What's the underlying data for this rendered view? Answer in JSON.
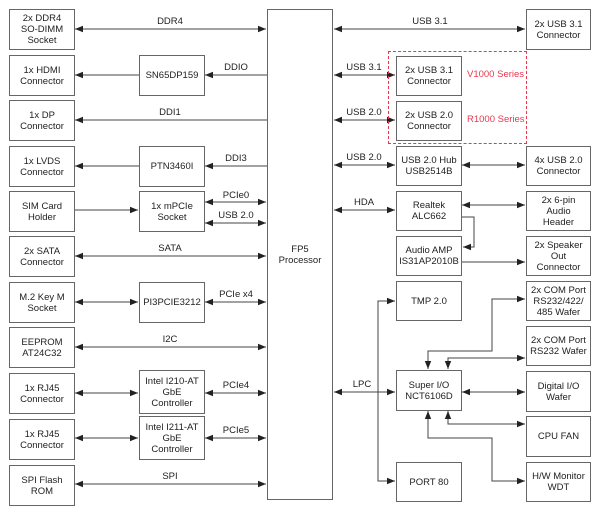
{
  "diagram": {
    "processor": "FP5\nProcessor",
    "left": {
      "ddr4": "2x DDR4\nSO-DIMM\nSocket",
      "hdmi": "1x HDMI\nConnector",
      "dp": "1x DP\nConnector",
      "lvds": "1x LVDS\nConnector",
      "sim": "SIM Card\nHolder",
      "sata": "2x SATA\nConnector",
      "m2": "M.2 Key M\nSocket",
      "eeprom": "EEPROM\nAT24C32",
      "rj45_1": "1x RJ45\nConnector",
      "rj45_2": "1x RJ45\nConnector",
      "spi": "SPI Flash\nROM"
    },
    "middle_left": {
      "hdmi_chip": "SN65DP159",
      "lvds_chip": "PTN3460I",
      "mpcie": "1x mPCIe\nSocket",
      "pcie_switch": "PI3PCIE3212",
      "lan1": "Intel I210-AT\nGbE\nController",
      "lan2": "Intel I211-AT\nGbE\nController"
    },
    "left_buses": {
      "ddr4": "DDR4",
      "ddio": "DDIO",
      "ddi1": "DDI1",
      "ddi3": "DDI3",
      "pcie0": "PCIe0",
      "usb20": "USB 2.0",
      "sata": "SATA",
      "pcie_x4": "PCIe x4",
      "i2c": "I2C",
      "pcie4": "PCIe4",
      "pcie5": "PCIe5",
      "spi": "SPI"
    },
    "right_buses": {
      "usb31_top": "USB 3.1",
      "usb31": "USB 3.1",
      "usb20_a": "USB 2.0",
      "usb20_b": "USB 2.0",
      "hda": "HDA",
      "lpc": "LPC"
    },
    "middle_right": {
      "v_usb31": "2x USB 3.1\nConnector",
      "r_usb20": "2x USB 2.0\nConnector",
      "usb_hub": "USB 2.0 Hub\nUSB2514B",
      "realtek": "Realtek\nALC662",
      "audio_amp": "Audio AMP\nIS31AP2010B",
      "tmp": "TMP 2.0",
      "superio": "Super I/O\nNCT6106D",
      "port80": "PORT 80"
    },
    "series": {
      "v1000": "V1000 Series",
      "r1000": "R1000 Series"
    },
    "right": {
      "usb31": "2x USB 3.1\nConnector",
      "usb20": "4x USB 2.0\nConnector",
      "audio_header": "2x 6-pin\nAudio\nHeader",
      "speaker": "2x Speaker\nOut\nConnector",
      "com1": "2x COM Port\nRS232/422/\n485 Wafer",
      "com2": "2x COM Port\nRS232 Wafer",
      "dio": "Digital I/O\nWafer",
      "fan": "CPU FAN",
      "hwmon": "H/W Monitor\nWDT"
    },
    "colors": {
      "line": "#333333",
      "border": "#666666",
      "highlight": "#e8384f"
    }
  }
}
